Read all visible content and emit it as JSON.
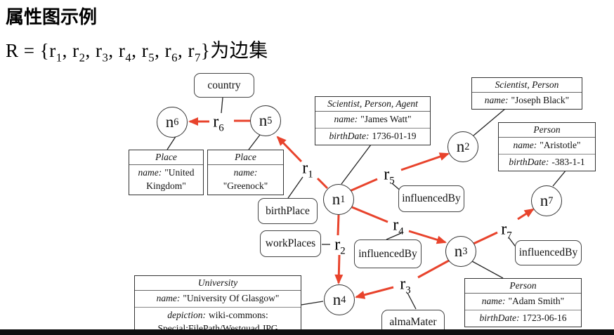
{
  "title": "属性图示例",
  "formula": "R = {r_1, r_2, r_3, r_4, r_5, r_6, r_7}为边集",
  "colors": {
    "edge": "#e8432c",
    "bottom_bar": "#0f0f0f",
    "line": "#222222"
  },
  "nodes": {
    "n1": "n_1",
    "n2": "n_2",
    "n3": "n_3",
    "n4": "n_4",
    "n5": "n_5",
    "n6": "n_6",
    "n7": "n_7"
  },
  "edges": {
    "r1": "r_1",
    "r2": "r_2",
    "r3": "r_3",
    "r4": "r_4",
    "r5": "r_5",
    "r6": "r_6",
    "r7": "r_7"
  },
  "edge_labels": {
    "country": "country",
    "birth_place": "birthPlace",
    "work_places": "workPlaces",
    "influenced_by_r5": "influencedBy",
    "influenced_by_r4": "influencedBy",
    "influenced_by_r7": "influencedBy",
    "alma_mater": "almaMater"
  },
  "property_boxes": {
    "united_kingdom": {
      "types": "Place",
      "name_key": "name:",
      "name_val": "\"United Kingdom\""
    },
    "greenock": {
      "types": "Place",
      "name_key": "name:",
      "name_val": "\"Greenock\""
    },
    "james_watt": {
      "types": "Scientist, Person, Agent",
      "name_key": "name:",
      "name_val": "\"James Watt\"",
      "birth_key": "birthDate:",
      "birth_val": "1736-01-19"
    },
    "joseph_black": {
      "types": "Scientist, Person",
      "name_key": "name:",
      "name_val": "\"Joseph Black\""
    },
    "aristotle": {
      "types": "Person",
      "name_key": "name:",
      "name_val": "\"Aristotle\"",
      "birth_key": "birthDate:",
      "birth_val": "-383-1-1"
    },
    "university": {
      "types": "University",
      "name_key": "name:",
      "name_val": "\"University Of Glasgow\"",
      "depiction_key": "depiction:",
      "depiction_val": "wiki-commons: Special:FilePath/Westquad.JPG"
    },
    "adam_smith": {
      "types": "Person",
      "name_key": "name:",
      "name_val": "\"Adam Smith\"",
      "birth_key": "birthDate:",
      "birth_val": "1723-06-16"
    }
  }
}
